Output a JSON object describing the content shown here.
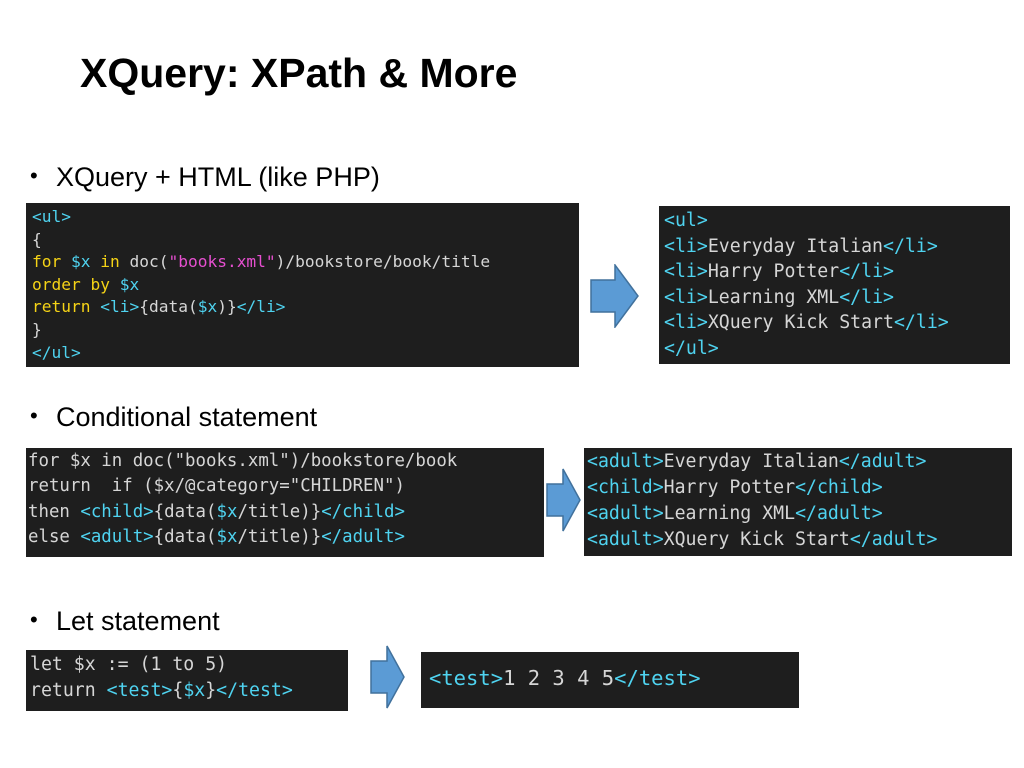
{
  "slide": {
    "title": "XQuery: XPath & More",
    "bullet_char": "•"
  },
  "sections": [
    {
      "bullet": "XQuery + HTML (like PHP)",
      "query": [
        [
          {
            "t": "tag",
            "s": "<ul>"
          }
        ],
        [
          {
            "t": "txt",
            "s": "{"
          }
        ],
        [
          {
            "t": "kw",
            "s": "for "
          },
          {
            "t": "var",
            "s": "$x "
          },
          {
            "t": "kw",
            "s": "in "
          },
          {
            "t": "txt",
            "s": "doc("
          },
          {
            "t": "str",
            "s": "\"books.xml\""
          },
          {
            "t": "txt",
            "s": ")/bookstore/book/title"
          }
        ],
        [
          {
            "t": "kw",
            "s": "order by "
          },
          {
            "t": "var",
            "s": "$x"
          }
        ],
        [
          {
            "t": "kw",
            "s": "return "
          },
          {
            "t": "tag",
            "s": "<li>"
          },
          {
            "t": "txt",
            "s": "{data("
          },
          {
            "t": "var",
            "s": "$x"
          },
          {
            "t": "txt",
            "s": ")}"
          },
          {
            "t": "tag",
            "s": "</li>"
          }
        ],
        [
          {
            "t": "txt",
            "s": "}"
          }
        ],
        [
          {
            "t": "tag",
            "s": "</ul>"
          }
        ]
      ],
      "result": [
        [
          {
            "t": "tag",
            "s": "<ul>"
          }
        ],
        [
          {
            "t": "tag",
            "s": "<li>"
          },
          {
            "t": "txt",
            "s": "Everyday Italian"
          },
          {
            "t": "tag",
            "s": "</li>"
          }
        ],
        [
          {
            "t": "tag",
            "s": "<li>"
          },
          {
            "t": "txt",
            "s": "Harry Potter"
          },
          {
            "t": "tag",
            "s": "</li>"
          }
        ],
        [
          {
            "t": "tag",
            "s": "<li>"
          },
          {
            "t": "txt",
            "s": "Learning XML"
          },
          {
            "t": "tag",
            "s": "</li>"
          }
        ],
        [
          {
            "t": "tag",
            "s": "<li>"
          },
          {
            "t": "txt",
            "s": "XQuery Kick Start"
          },
          {
            "t": "tag",
            "s": "</li>"
          }
        ],
        [
          {
            "t": "tag",
            "s": "</ul>"
          }
        ]
      ]
    },
    {
      "bullet": "Conditional statement",
      "query": [
        [
          {
            "t": "txt",
            "s": "for $x in doc(\"books.xml\")/bookstore/book"
          }
        ],
        [
          {
            "t": "txt",
            "s": "return  if ($x/@category=\"CHILDREN\")"
          }
        ],
        [
          {
            "t": "txt",
            "s": "then "
          },
          {
            "t": "tag",
            "s": "<child>"
          },
          {
            "t": "txt",
            "s": "{data("
          },
          {
            "t": "var",
            "s": "$x"
          },
          {
            "t": "txt",
            "s": "/title)}"
          },
          {
            "t": "tag",
            "s": "</child>"
          }
        ],
        [
          {
            "t": "txt",
            "s": "else "
          },
          {
            "t": "tag",
            "s": "<adult>"
          },
          {
            "t": "txt",
            "s": "{data("
          },
          {
            "t": "var",
            "s": "$x"
          },
          {
            "t": "txt",
            "s": "/title)}"
          },
          {
            "t": "tag",
            "s": "</adult>"
          }
        ]
      ],
      "result": [
        [
          {
            "t": "tag",
            "s": "<adult>"
          },
          {
            "t": "txt",
            "s": "Everyday Italian"
          },
          {
            "t": "tag",
            "s": "</adult>"
          }
        ],
        [
          {
            "t": "tag",
            "s": "<child>"
          },
          {
            "t": "txt",
            "s": "Harry Potter"
          },
          {
            "t": "tag",
            "s": "</child>"
          }
        ],
        [
          {
            "t": "tag",
            "s": "<adult>"
          },
          {
            "t": "txt",
            "s": "Learning XML"
          },
          {
            "t": "tag",
            "s": "</adult>"
          }
        ],
        [
          {
            "t": "tag",
            "s": "<adult>"
          },
          {
            "t": "txt",
            "s": "XQuery Kick Start"
          },
          {
            "t": "tag",
            "s": "</adult>"
          }
        ]
      ]
    },
    {
      "bullet": "Let statement",
      "query": [
        [
          {
            "t": "txt",
            "s": "let $x := (1 to 5)"
          }
        ],
        [
          {
            "t": "txt",
            "s": "return "
          },
          {
            "t": "tag",
            "s": "<test>"
          },
          {
            "t": "txt",
            "s": "{"
          },
          {
            "t": "var",
            "s": "$x"
          },
          {
            "t": "txt",
            "s": "}"
          },
          {
            "t": "tag",
            "s": "</test>"
          }
        ]
      ],
      "result": [
        [
          {
            "t": "tag",
            "s": "<test>"
          },
          {
            "t": "txt",
            "s": "1 2 3 4 5"
          },
          {
            "t": "tag",
            "s": "</test>"
          }
        ]
      ]
    }
  ],
  "colors": {
    "code_bg": "#1e1e1e",
    "tag": "#4fd3f0",
    "keyword": "#f5d316",
    "string": "#e64fd0",
    "text": "#d6d6d6",
    "arrow_fill": "#5b9bd5",
    "arrow_stroke": "#41719c"
  },
  "icons": [
    "right-arrow-icon"
  ]
}
